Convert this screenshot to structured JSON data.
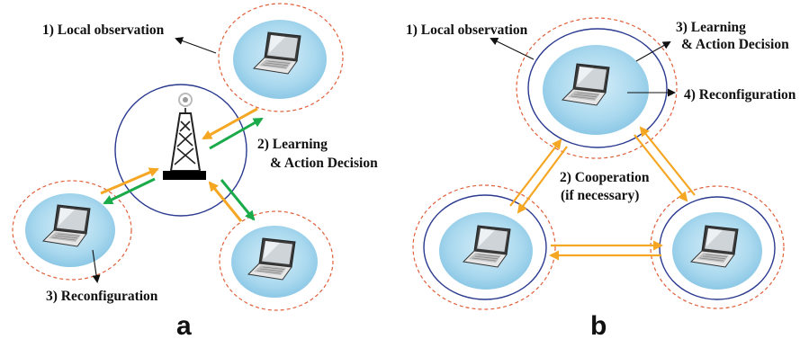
{
  "panel_a": {
    "letter": "a",
    "step1": "1) Local observation",
    "step2_line1": "2) Learning",
    "step2_line2": "& Action Decision",
    "step3": "3) Reconfiguration"
  },
  "panel_b": {
    "letter": "b",
    "step1": "1) Local observation",
    "step2_line1": "2) Cooperation",
    "step2_line2": "(if necessary)",
    "step3_line1": "3) Learning",
    "step3_line2": "& Action Decision",
    "step4": "4) Reconfiguration"
  },
  "colors": {
    "uplink_arrow": "#f5a623",
    "downlink_arrow": "#1aaa4a",
    "dashed_ring": "#e0603a",
    "solid_ring": "#2a3a8f",
    "device_disc": "#a9d8ee"
  },
  "icons": [
    "laptop-icon",
    "cell-tower-icon"
  ]
}
